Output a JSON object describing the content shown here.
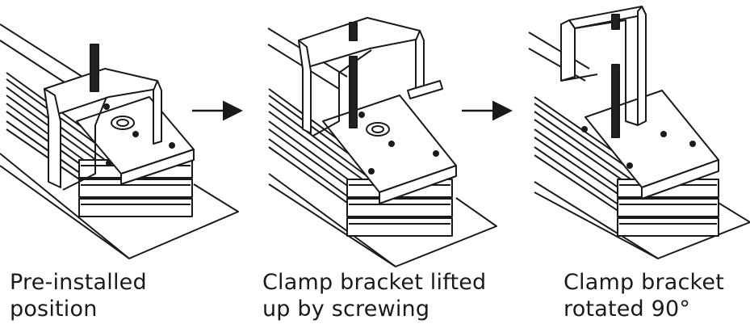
{
  "steps": [
    {
      "caption_line1": "Pre-installed",
      "caption_line2": "position"
    },
    {
      "caption_line1": "Clamp bracket lifted",
      "caption_line2": "up by screwing"
    },
    {
      "caption_line1": "Clamp bracket",
      "caption_line2": "rotated 90°"
    }
  ],
  "icons": {
    "arrow_1": "right-arrow-icon",
    "arrow_2": "right-arrow-icon"
  },
  "colors": {
    "line": "#1a1a1a",
    "background": "#ffffff"
  }
}
